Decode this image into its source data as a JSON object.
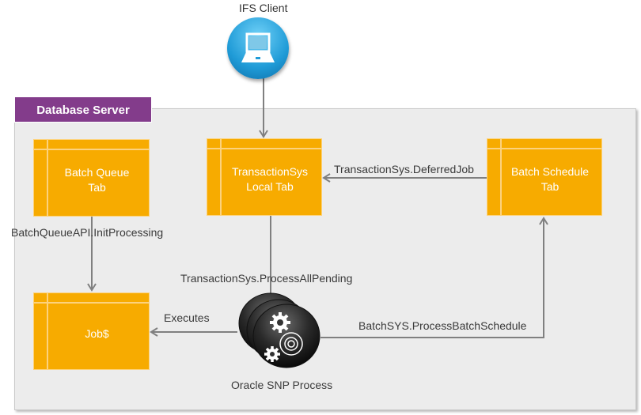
{
  "client": {
    "label": "IFS Client",
    "icon": "laptop-icon"
  },
  "server": {
    "label": "Database Server"
  },
  "tables": {
    "batch_queue": "Batch Queue\nTab",
    "transaction_local": "TransactionSys\nLocal Tab",
    "batch_schedule": "Batch Schedule\nTab",
    "job": "Job$"
  },
  "process": {
    "label": "Oracle SNP Process",
    "icon": "gears-icon"
  },
  "edges": {
    "init_processing": "BatchQueueAPI.InitProcessing",
    "deferred_job": "TransactionSys.DeferredJob",
    "process_all_pending": "TransactionSys.ProcessAllPending",
    "executes": "Executes",
    "process_batch_schedule": "BatchSYS.ProcessBatchSchedule"
  },
  "colors": {
    "table": "#f7ab00",
    "server_label": "#833c8b",
    "client": "#1f9bd7",
    "process": "#222222"
  }
}
